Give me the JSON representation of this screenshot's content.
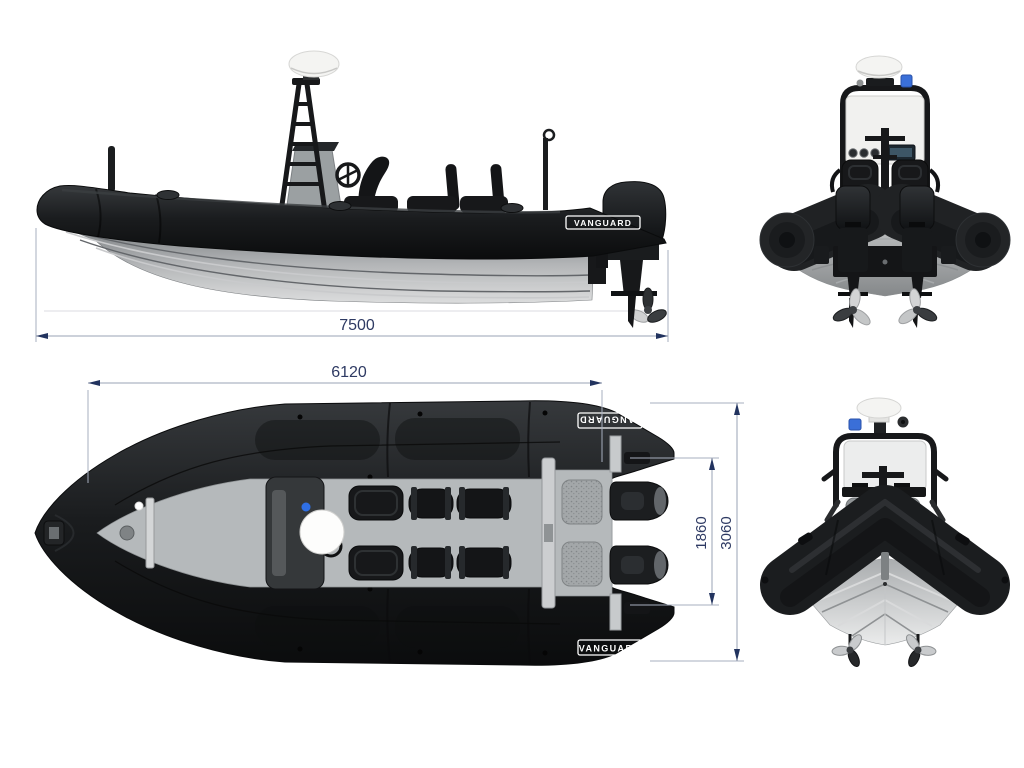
{
  "drawing": {
    "brand": "VANGUARD",
    "labels": {
      "side_tube": "VANGUARD",
      "top_tube_port": "VANGUARD",
      "top_tube_starboard": "VANGUARD"
    },
    "dimensions": {
      "overall_length": "7500",
      "hull_length": "6120",
      "transom_width": "1860",
      "overall_beam": "3060"
    },
    "colors": {
      "background": "#ffffff",
      "tube_black": "#1b1d1f",
      "hull_gray": "#a9adaf",
      "deck_gray": "#b5b9bb",
      "dimension_line": "#9aa3b4",
      "dimension_text": "#2e3a63",
      "radar_dome_white": "#f4f4f2",
      "beacon_blue": "#3a6fd8"
    }
  }
}
